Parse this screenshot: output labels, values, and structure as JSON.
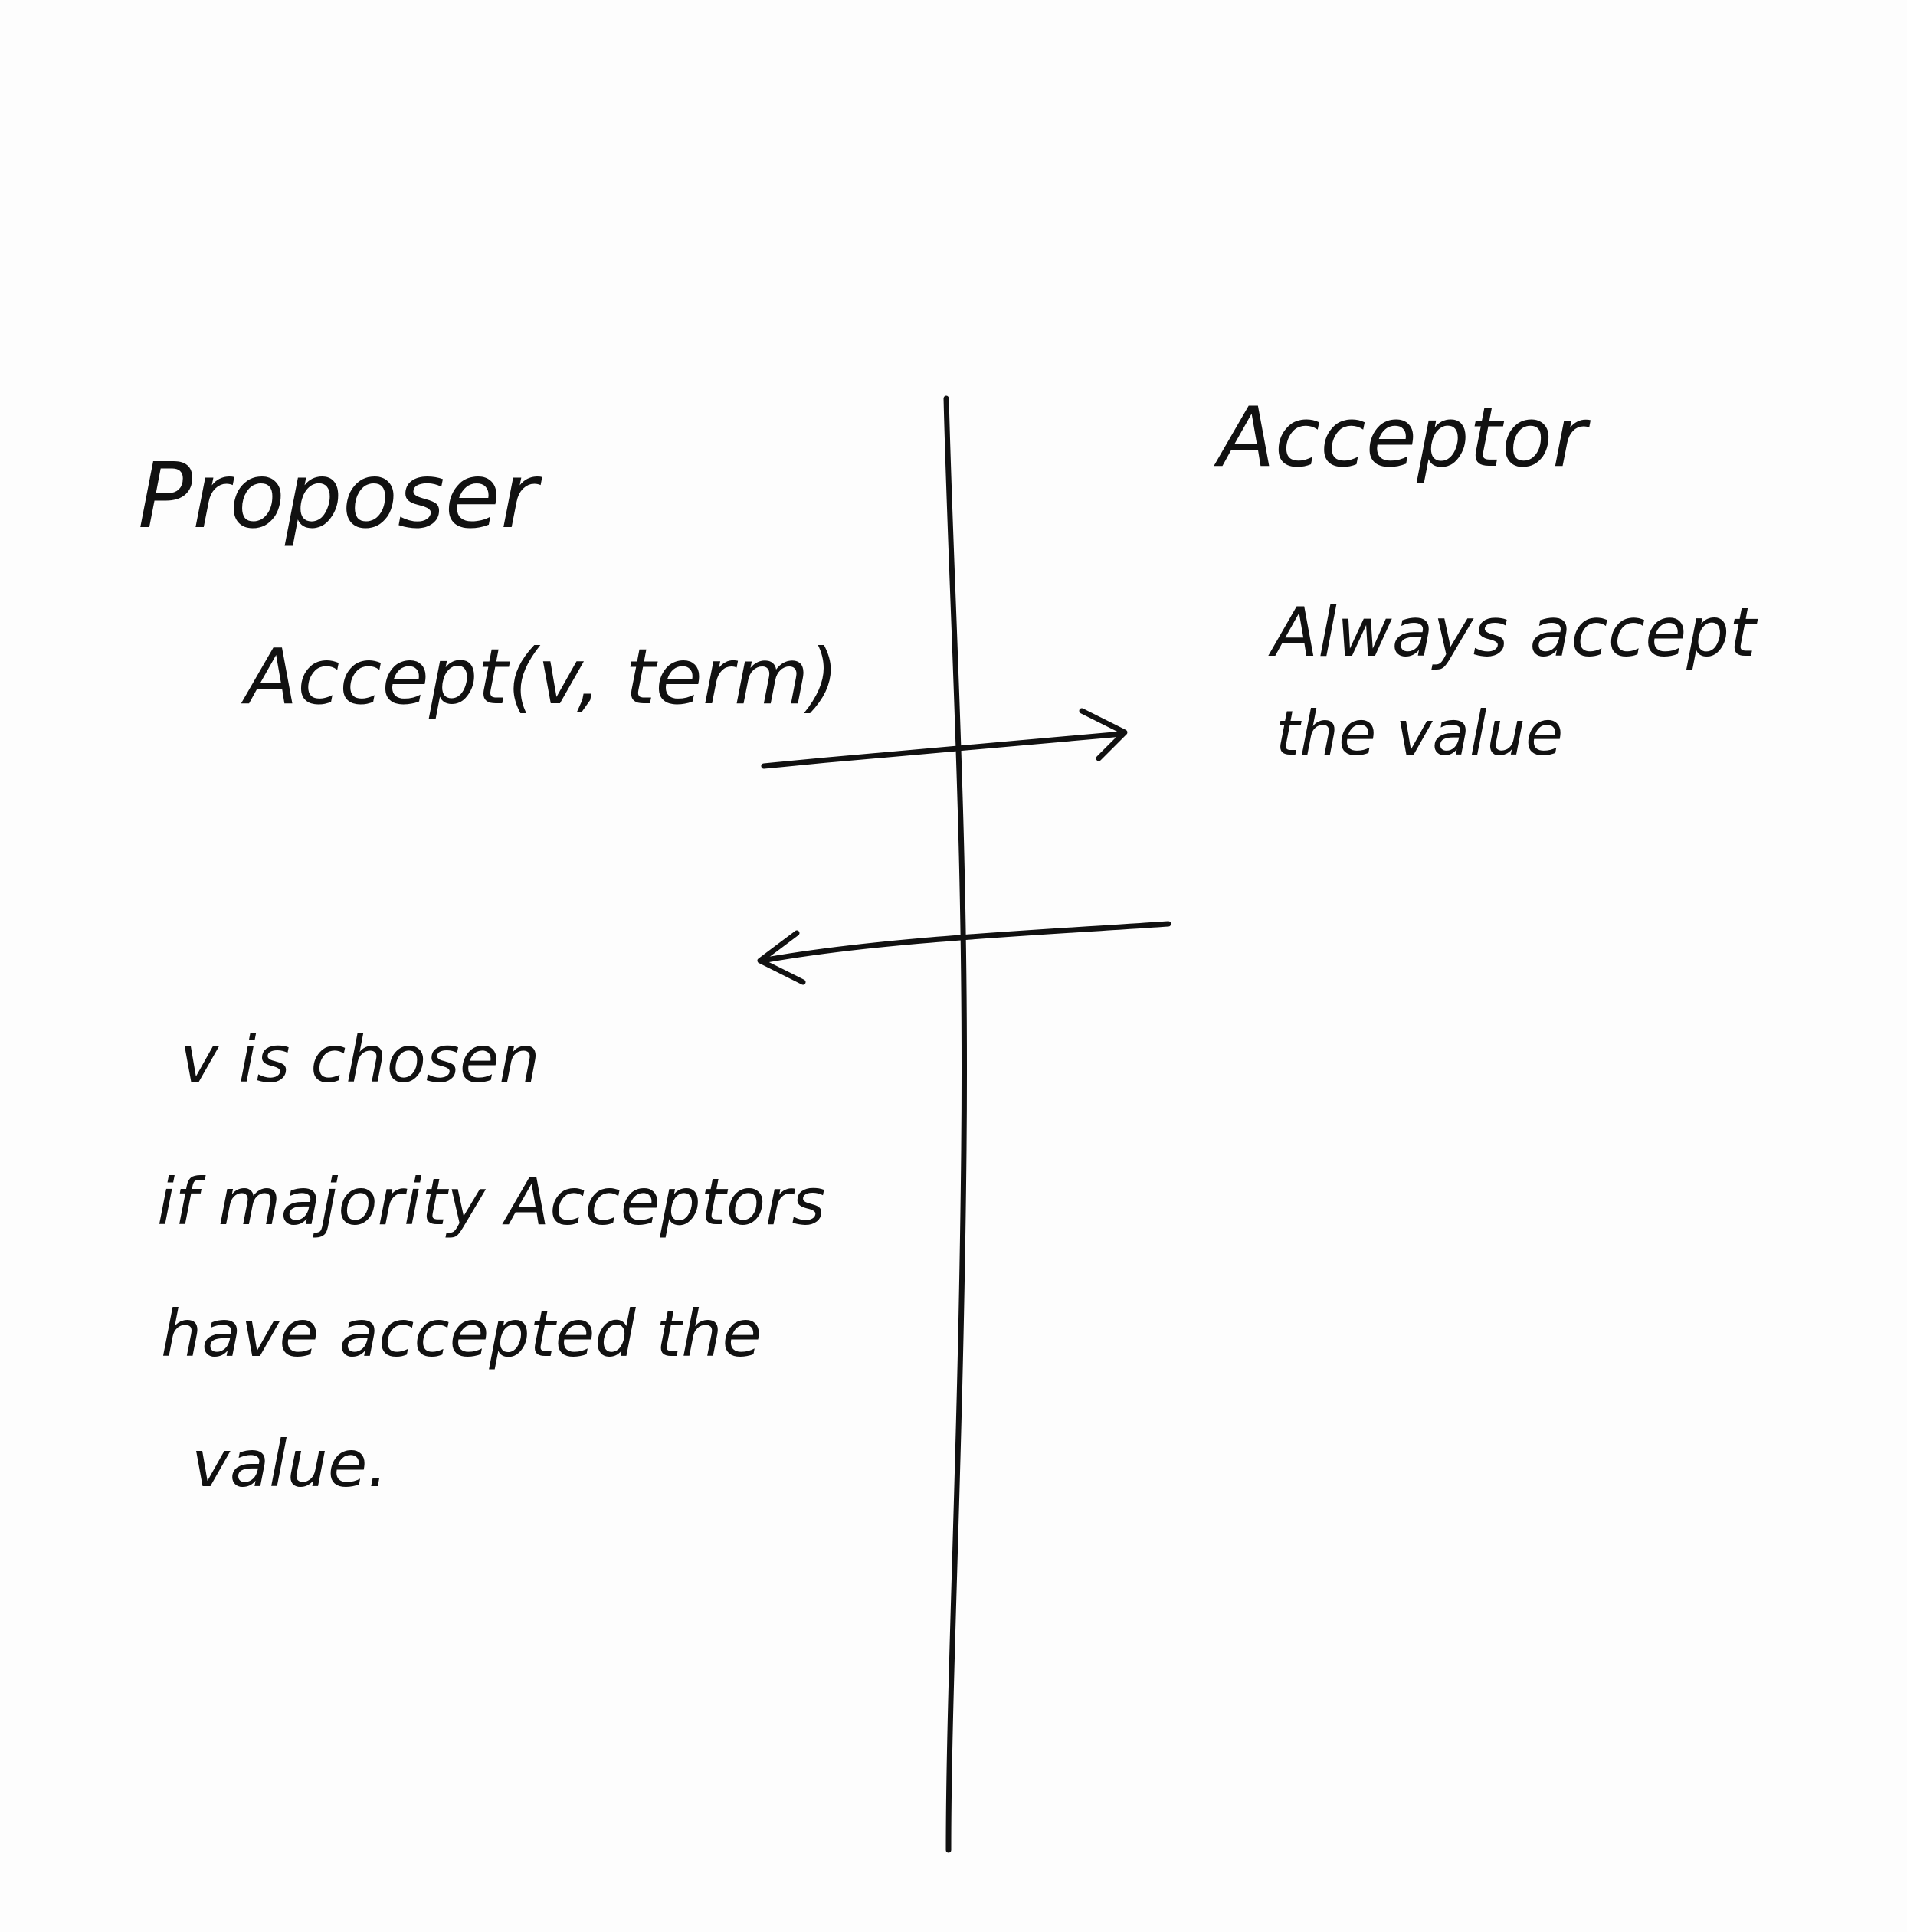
{
  "diagram": {
    "proposer_label": "Proposer",
    "acceptor_label": "Acceptor",
    "request_message": "Accept(v, term)",
    "acceptor_note_line1": "Always accept",
    "acceptor_note_line2": "the value",
    "proposer_note_line1": "v is chosen",
    "proposer_note_line2": "if majority Acceptors",
    "proposer_note_line3": "have accepted the",
    "proposer_note_line4": "value.",
    "ink_color": "#111111",
    "paper_color": "#fdfdfd"
  }
}
